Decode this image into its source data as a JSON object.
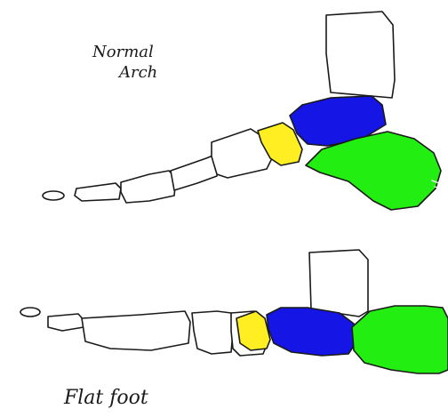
{
  "labels": {
    "normal_line1": "Normal",
    "normal_line2": "Arch",
    "flat": "Flat foot"
  },
  "colors": {
    "background": "#ffffff",
    "outline": "#1a1a1a",
    "bone_fill": "#ffffff",
    "navicular": "#ffee22",
    "talus": "#1515e6",
    "calcaneus": "#22ee11"
  }
}
